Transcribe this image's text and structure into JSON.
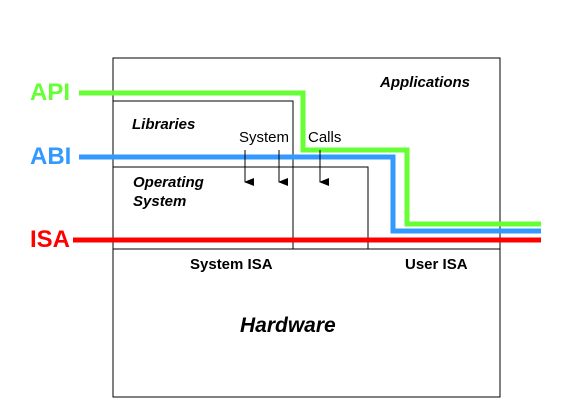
{
  "labels": {
    "api": "API",
    "abi": "ABI",
    "isa": "ISA",
    "applications": "Applications",
    "libraries": "Libraries",
    "system_word": "System",
    "calls_word": "Calls",
    "operating_line1": "Operating",
    "operating_line2": "System",
    "system_isa": "System ISA",
    "user_isa": "User ISA",
    "hardware": "Hardware"
  },
  "colors": {
    "api": "#66ff33",
    "abi": "#3399ff",
    "isa": "#ff0000",
    "box": "#000000"
  }
}
